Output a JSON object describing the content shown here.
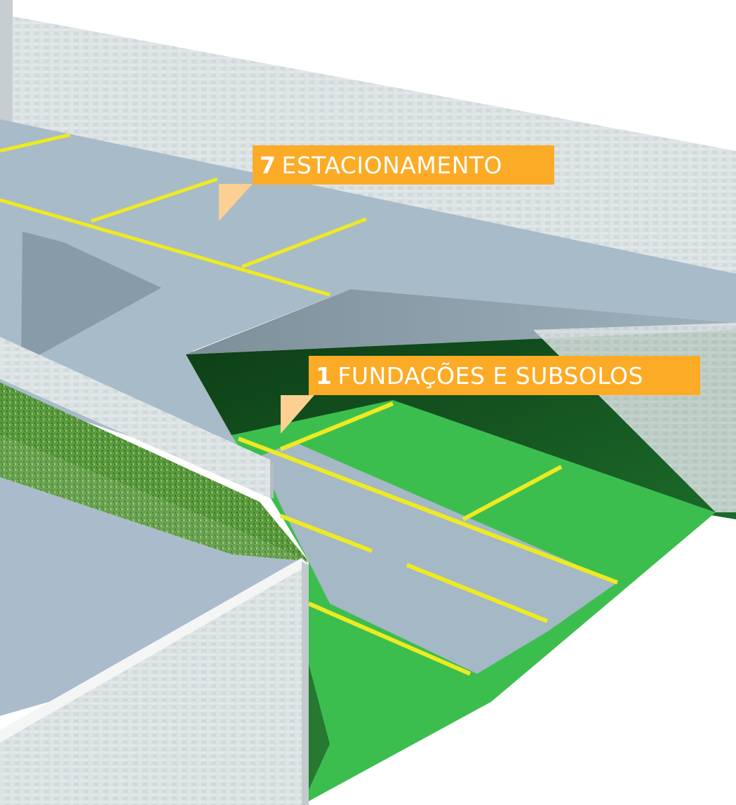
{
  "colors": {
    "label_bg": "#fcab27",
    "label_tail": "#fcd093",
    "label_text": "#ffffff",
    "asphalt": "#a9bcc9",
    "parking_line": "#f1ee23",
    "green_floor": "#3bbd4f",
    "wall": "#d8dfe0",
    "grass": "#4f8c3a",
    "background": "#ffffff"
  },
  "labels": [
    {
      "number": "7",
      "text": "ESTACIONAMENTO"
    },
    {
      "number": "1",
      "text": "FUNDAÇÕES E SUBSOLOS"
    }
  ]
}
